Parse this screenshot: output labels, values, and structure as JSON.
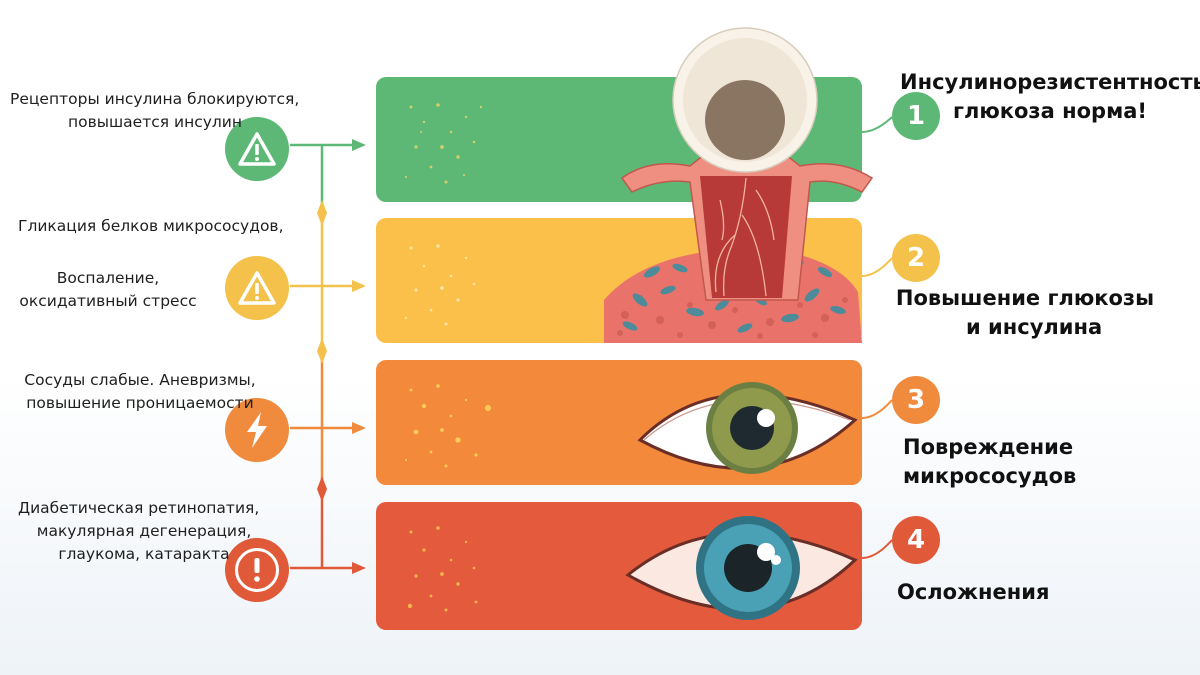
{
  "colors": {
    "green": "#5cb874",
    "yellow": "#fbc04a",
    "orange": "#f3893b",
    "red": "#e35a3c",
    "connector_yellow": "#f4c24a",
    "connector_orange": "#f08a3c",
    "connector_red": "#e05a3a"
  },
  "left_labels": {
    "s1_line1": "Рецепторы инсулина блокируются,",
    "s1_line2": "повышается инсулин",
    "s2_line1": "Гликация белков микрососудов,",
    "s2_line2": "Воспаление,",
    "s2_line3": "оксидативный стресс",
    "s3_line1": "Сосуды слабые. Аневризмы,",
    "s3_line2": "повышение проницаемости",
    "s4_line1": "Диабетическая ретинопатия,",
    "s4_line2": "макулярная дегенерация,",
    "s4_line3": "глаукома, катаракта"
  },
  "icons": {
    "s1": "warning-triangle-icon",
    "s2": "warning-triangle-icon",
    "s3": "lightning-icon",
    "s4": "exclamation-icon"
  },
  "stages": [
    {
      "number": "1",
      "title_line1": "Инсулинорезистентность,",
      "title_line2": "глюкоза норма!"
    },
    {
      "number": "2",
      "title_line1": "Повышение глюкозы",
      "title_line2": "и инсулина"
    },
    {
      "number": "3",
      "title_line1": "Повреждение",
      "title_line2": "микрососудов"
    },
    {
      "number": "4",
      "title_line1": "Осложнения"
    }
  ]
}
